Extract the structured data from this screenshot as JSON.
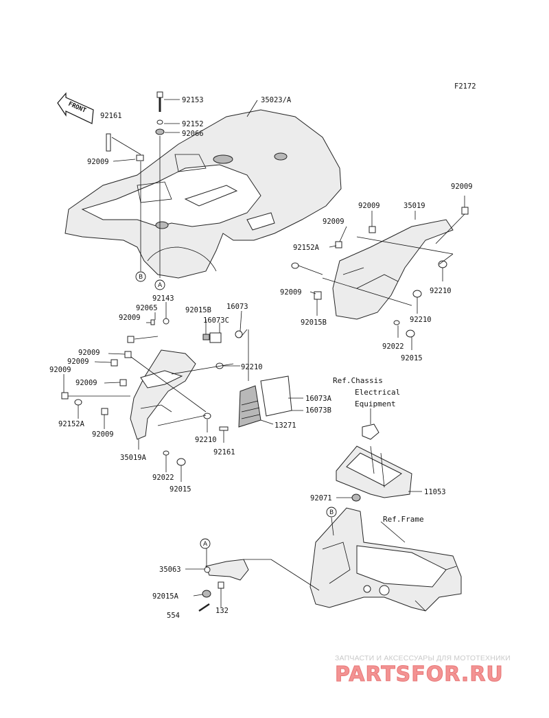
{
  "figure_code": "F2172",
  "front_badge": "FRONT",
  "callouts": {
    "a": "A",
    "b": "B"
  },
  "parts": {
    "p92153": "92153",
    "p35023a": "35023/A",
    "p92161_top": "92161",
    "p92152": "92152",
    "p92066": "92066",
    "p92009_top": "92009",
    "p92009_r1": "92009",
    "p92009_r2": "92009",
    "p35019": "35019",
    "p92009_r3": "92009",
    "p92152a_r": "92152A",
    "p92009_r4": "92009",
    "p92015b_r": "92015B",
    "p92210_r1": "92210",
    "p92210_r2": "92210",
    "p92022_r": "92022",
    "p92015_r": "92015",
    "p92143": "92143",
    "p92065": "92065",
    "p92009_l1": "92009",
    "p92015b_l": "92015B",
    "p16073": "16073",
    "p16073c": "16073C",
    "p92009_l2": "92009",
    "p92009_l3": "92009",
    "p92009_l4": "92009",
    "p92009_l5": "92009",
    "p92210_l1": "92210",
    "p16073a": "16073A",
    "p16073b": "16073B",
    "p92152a_l": "92152A",
    "p92009_l6": "92009",
    "p92210_l2": "92210",
    "p13271": "13271",
    "p92161_l": "92161",
    "p35019a": "35019A",
    "p92022_l": "92022",
    "p92015_l": "92015",
    "p92071": "92071",
    "p11053": "11053",
    "p35063": "35063",
    "p92015a": "92015A",
    "p554": "554",
    "p132": "132"
  },
  "refs": {
    "chassis_1": "Ref.Chassis",
    "chassis_2": "Electrical",
    "chassis_3": "Equipment",
    "frame": "Ref.Frame"
  },
  "watermark": {
    "tagline": "ЗАПЧАСТИ И АКСЕССУАРЫ ДЛЯ МОТОТЕХНИКИ",
    "brand": "PARTSFOR.RU"
  }
}
